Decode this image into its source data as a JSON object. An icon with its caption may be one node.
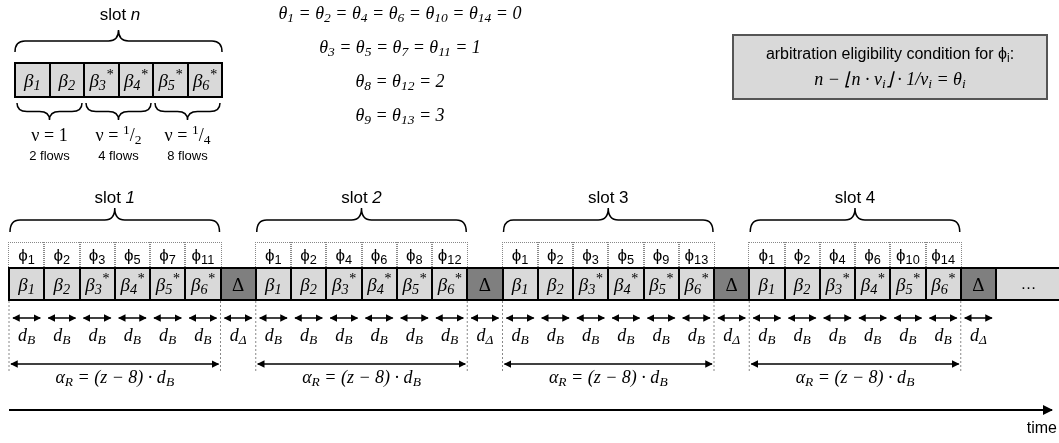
{
  "diagram": {
    "nodes": [
      {
        "text": [
          "β$_{1}$"
        ]
      },
      {
        "text": [
          "β$_{2}$"
        ]
      },
      {
        "text": [
          "β$_{3}$$^{*}$"
        ]
      },
      {
        "text": [
          "β$_{4}$$^{*}$"
        ]
      },
      {
        "text": [
          "β$_{5}$$^{*}$"
        ]
      },
      {
        "text": [
          "β$_{6}$$^{*}$"
        ]
      },
      {
        "text": [
          "arbitration eligibility condition for ϕ$_{i}$:",
          "n − ⌊n · ν$_{i}$⌋ · 1/ν$_{i}$ = θ$_{i}$"
        ]
      },
      {
        "text": [
          "ϕ$_{1}$"
        ]
      },
      {
        "text": [
          "ϕ$_{2}$"
        ]
      },
      {
        "text": [
          "ϕ$_{3}$"
        ]
      },
      {
        "text": [
          "ϕ$_{5}$"
        ]
      },
      {
        "text": [
          "ϕ$_{7}$"
        ]
      },
      {
        "text": [
          "ϕ$_{11}$"
        ]
      },
      {
        "text": [
          "ϕ$_{1}$"
        ]
      },
      {
        "text": [
          "ϕ$_{2}$"
        ]
      },
      {
        "text": [
          "ϕ$_{4}$"
        ]
      },
      {
        "text": [
          "ϕ$_{6}$"
        ]
      },
      {
        "text": [
          "ϕ$_{8}$"
        ]
      },
      {
        "text": [
          "ϕ$_{12}$"
        ]
      },
      {
        "text": [
          "ϕ$_{1}$"
        ]
      },
      {
        "text": [
          "ϕ$_{2}$"
        ]
      },
      {
        "text": [
          "ϕ$_{3}$"
        ]
      },
      {
        "text": [
          "ϕ$_{5}$"
        ]
      },
      {
        "text": [
          "ϕ$_{9}$"
        ]
      },
      {
        "text": [
          "ϕ$_{13}$"
        ]
      },
      {
        "text": [
          "ϕ$_{1}$"
        ]
      },
      {
        "text": [
          "ϕ$_{2}$"
        ]
      },
      {
        "text": [
          "ϕ$_{4}$"
        ]
      },
      {
        "text": [
          "ϕ$_{6}$"
        ]
      },
      {
        "text": [
          "ϕ$_{10}$"
        ]
      },
      {
        "text": [
          "ϕ$_{14}$"
        ]
      },
      {
        "text": [
          "β$_{1}$"
        ]
      },
      {
        "text": [
          "β$_{2}$"
        ]
      },
      {
        "text": [
          "β$_{3}$$^{*}$"
        ]
      },
      {
        "text": [
          "β$_{4}$$^{*}$"
        ]
      },
      {
        "text": [
          "β$_{5}$$^{*}$"
        ]
      },
      {
        "text": [
          "β$_{6}$$^{*}$"
        ]
      },
      {
        "text": [
          "Δ"
        ]
      },
      {
        "text": [
          "β$_{1}$"
        ]
      },
      {
        "text": [
          "β$_{2}$"
        ]
      },
      {
        "text": [
          "β$_{3}$$^{*}$"
        ]
      },
      {
        "text": [
          "β$_{4}$$^{*}$"
        ]
      },
      {
        "text": [
          "β$_{5}$$^{*}$"
        ]
      },
      {
        "text": [
          "β$_{6}$$^{*}$"
        ]
      },
      {
        "text": [
          "Δ"
        ]
      },
      {
        "text": [
          "β$_{1}$"
        ]
      },
      {
        "text": [
          "β$_{2}$"
        ]
      },
      {
        "text": [
          "β$_{3}$$^{*}$"
        ]
      },
      {
        "text": [
          "β$_{4}$$^{*}$"
        ]
      },
      {
        "text": [
          "β$_{5}$$^{*}$"
        ]
      },
      {
        "text": [
          "β$_{6}$$^{*}$"
        ]
      },
      {
        "text": [
          "Δ"
        ]
      },
      {
        "text": [
          "β$_{1}$"
        ]
      },
      {
        "text": [
          "β$_{2}$"
        ]
      },
      {
        "text": [
          "β$_{3}$$^{*}$"
        ]
      },
      {
        "text": [
          "β$_{4}$$^{*}$"
        ]
      },
      {
        "text": [
          "β$_{5}$$^{*}$"
        ]
      },
      {
        "text": [
          "β$_{6}$$^{*}$"
        ]
      },
      {
        "text": [
          "Δ"
        ]
      },
      {
        "text": [
          "…"
        ]
      }
    ],
    "labels": [
      "slot *n*",
      "ν = 1",
      "ν = $^{1}$/$_{2}$",
      "ν = $^{1}$/$_{4}$",
      "2 flows",
      "4 flows",
      "8 flows",
      "θ$_{1}$ = θ$_{2}$ = θ$_{4}$ = θ$_{6}$ = θ$_{10}$ = θ$_{14}$ = 0",
      "θ$_{3}$ = θ$_{5}$ = θ$_{7}$ = θ$_{11}$ = 1",
      "θ$_{8}$ = θ$_{12}$ = 2",
      "θ$_{9}$ = θ$_{13}$ = 3",
      "slot *1*",
      "slot *2*",
      "slot 3",
      "slot 4",
      "d$_{B}$",
      "d$_{B}$",
      "d$_{B}$",
      "d$_{B}$",
      "d$_{B}$",
      "d$_{B}$",
      "d$_{Δ}$",
      "d$_{B}$",
      "d$_{B}$",
      "d$_{B}$",
      "d$_{B}$",
      "d$_{B}$",
      "d$_{B}$",
      "d$_{Δ}$",
      "d$_{B}$",
      "d$_{B}$",
      "d$_{B}$",
      "d$_{B}$",
      "d$_{B}$",
      "d$_{B}$",
      "d$_{Δ}$",
      "d$_{B}$",
      "d$_{B}$",
      "d$_{B}$",
      "d$_{B}$",
      "d$_{B}$",
      "d$_{B}$",
      "d$_{Δ}$",
      "α$_{R}$ = (z − 8) · d$_{B}$",
      "α$_{R}$ = (z − 8) · d$_{B}$",
      "α$_{R}$ = (z − 8) · d$_{B}$",
      "α$_{R}$ = (z − 8) · d$_{B}$",
      "time"
    ]
  }
}
